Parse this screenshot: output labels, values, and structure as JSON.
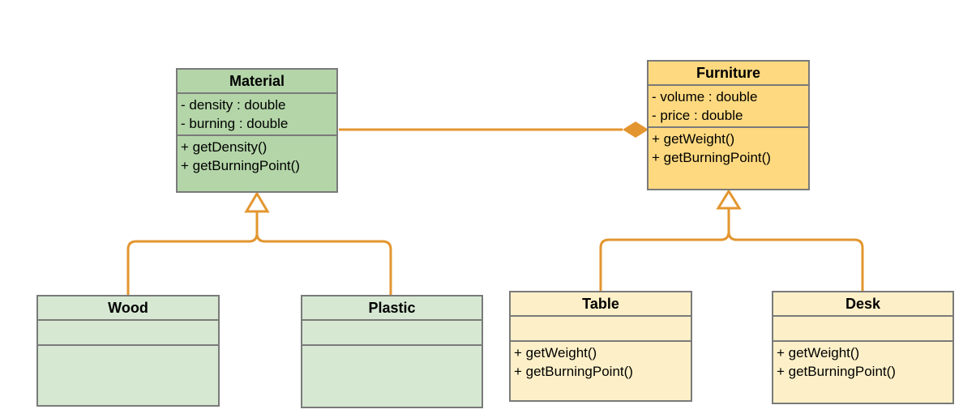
{
  "colors": {
    "connector": "#e3962f",
    "border": "#7a7a7a",
    "material_fill": "#b3d5a8",
    "material_sub_fill": "#d6e8d2",
    "furniture_fill": "#fed97f",
    "furniture_sub_fill": "#fdf0c8"
  },
  "classes": {
    "material": {
      "name": "Material",
      "attributes": [
        "- density : double",
        "- burning : double"
      ],
      "methods": [
        "+ getDensity()",
        "+ getBurningPoint()"
      ]
    },
    "furniture": {
      "name": "Furniture",
      "attributes": [
        "- volume : double",
        "- price : double"
      ],
      "methods": [
        "+ getWeight()",
        "+ getBurningPoint()"
      ]
    },
    "wood": {
      "name": "Wood",
      "attributes": [],
      "methods": []
    },
    "plastic": {
      "name": "Plastic",
      "attributes": [],
      "methods": []
    },
    "table": {
      "name": "Table",
      "attributes": [],
      "methods": [
        "+ getWeight()",
        "+ getBurningPoint()"
      ]
    },
    "desk": {
      "name": "Desk",
      "attributes": [],
      "methods": [
        "+ getWeight()",
        "+ getBurningPoint()"
      ]
    }
  },
  "relations": [
    {
      "type": "composition",
      "from": "material",
      "to": "furniture"
    },
    {
      "type": "generalization",
      "from": "wood",
      "to": "material"
    },
    {
      "type": "generalization",
      "from": "plastic",
      "to": "material"
    },
    {
      "type": "generalization",
      "from": "table",
      "to": "furniture"
    },
    {
      "type": "generalization",
      "from": "desk",
      "to": "furniture"
    }
  ]
}
